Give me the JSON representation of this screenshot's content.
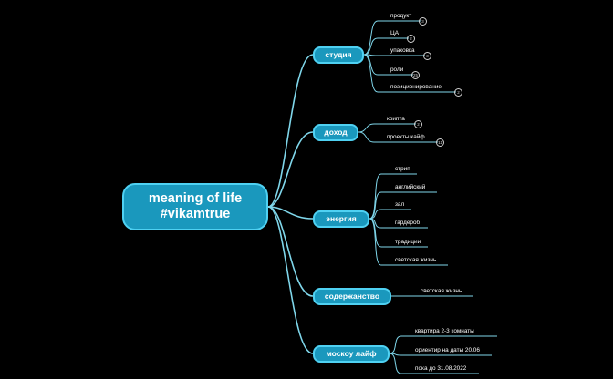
{
  "root": {
    "line1": "meaning of life",
    "line2": "#vikamtrue"
  },
  "branches": [
    {
      "label": "студия",
      "leaves": [
        {
          "label": "продукт",
          "badge": "3"
        },
        {
          "label": "ЦА",
          "badge": "2"
        },
        {
          "label": "упаковка",
          "badge": "3"
        },
        {
          "label": "роли",
          "badge": "25"
        },
        {
          "label": "позиционирование",
          "badge": "2"
        }
      ]
    },
    {
      "label": "доход",
      "leaves": [
        {
          "label": "крипта",
          "badge": "2"
        },
        {
          "label": "проекты кайф",
          "badge": "11"
        }
      ]
    },
    {
      "label": "энергия",
      "leaves": [
        {
          "label": "стрип"
        },
        {
          "label": "английский"
        },
        {
          "label": "зал"
        },
        {
          "label": "гардероб"
        },
        {
          "label": "традиции"
        },
        {
          "label": "светская жизнь"
        }
      ]
    },
    {
      "label": "содержанство",
      "leaves": [
        {
          "label": "светская жизнь"
        }
      ]
    },
    {
      "label": "москоу лайф",
      "leaves": [
        {
          "label": "квартира 2-3 комнаты"
        },
        {
          "label": "ориентир на даты 20.06"
        },
        {
          "label": "пока до 31.08.2022"
        }
      ]
    }
  ],
  "colors": {
    "line": "#7fd6ea",
    "node_fill": "#1a98bd",
    "node_border": "#4fd1f2",
    "background": "#000000"
  }
}
